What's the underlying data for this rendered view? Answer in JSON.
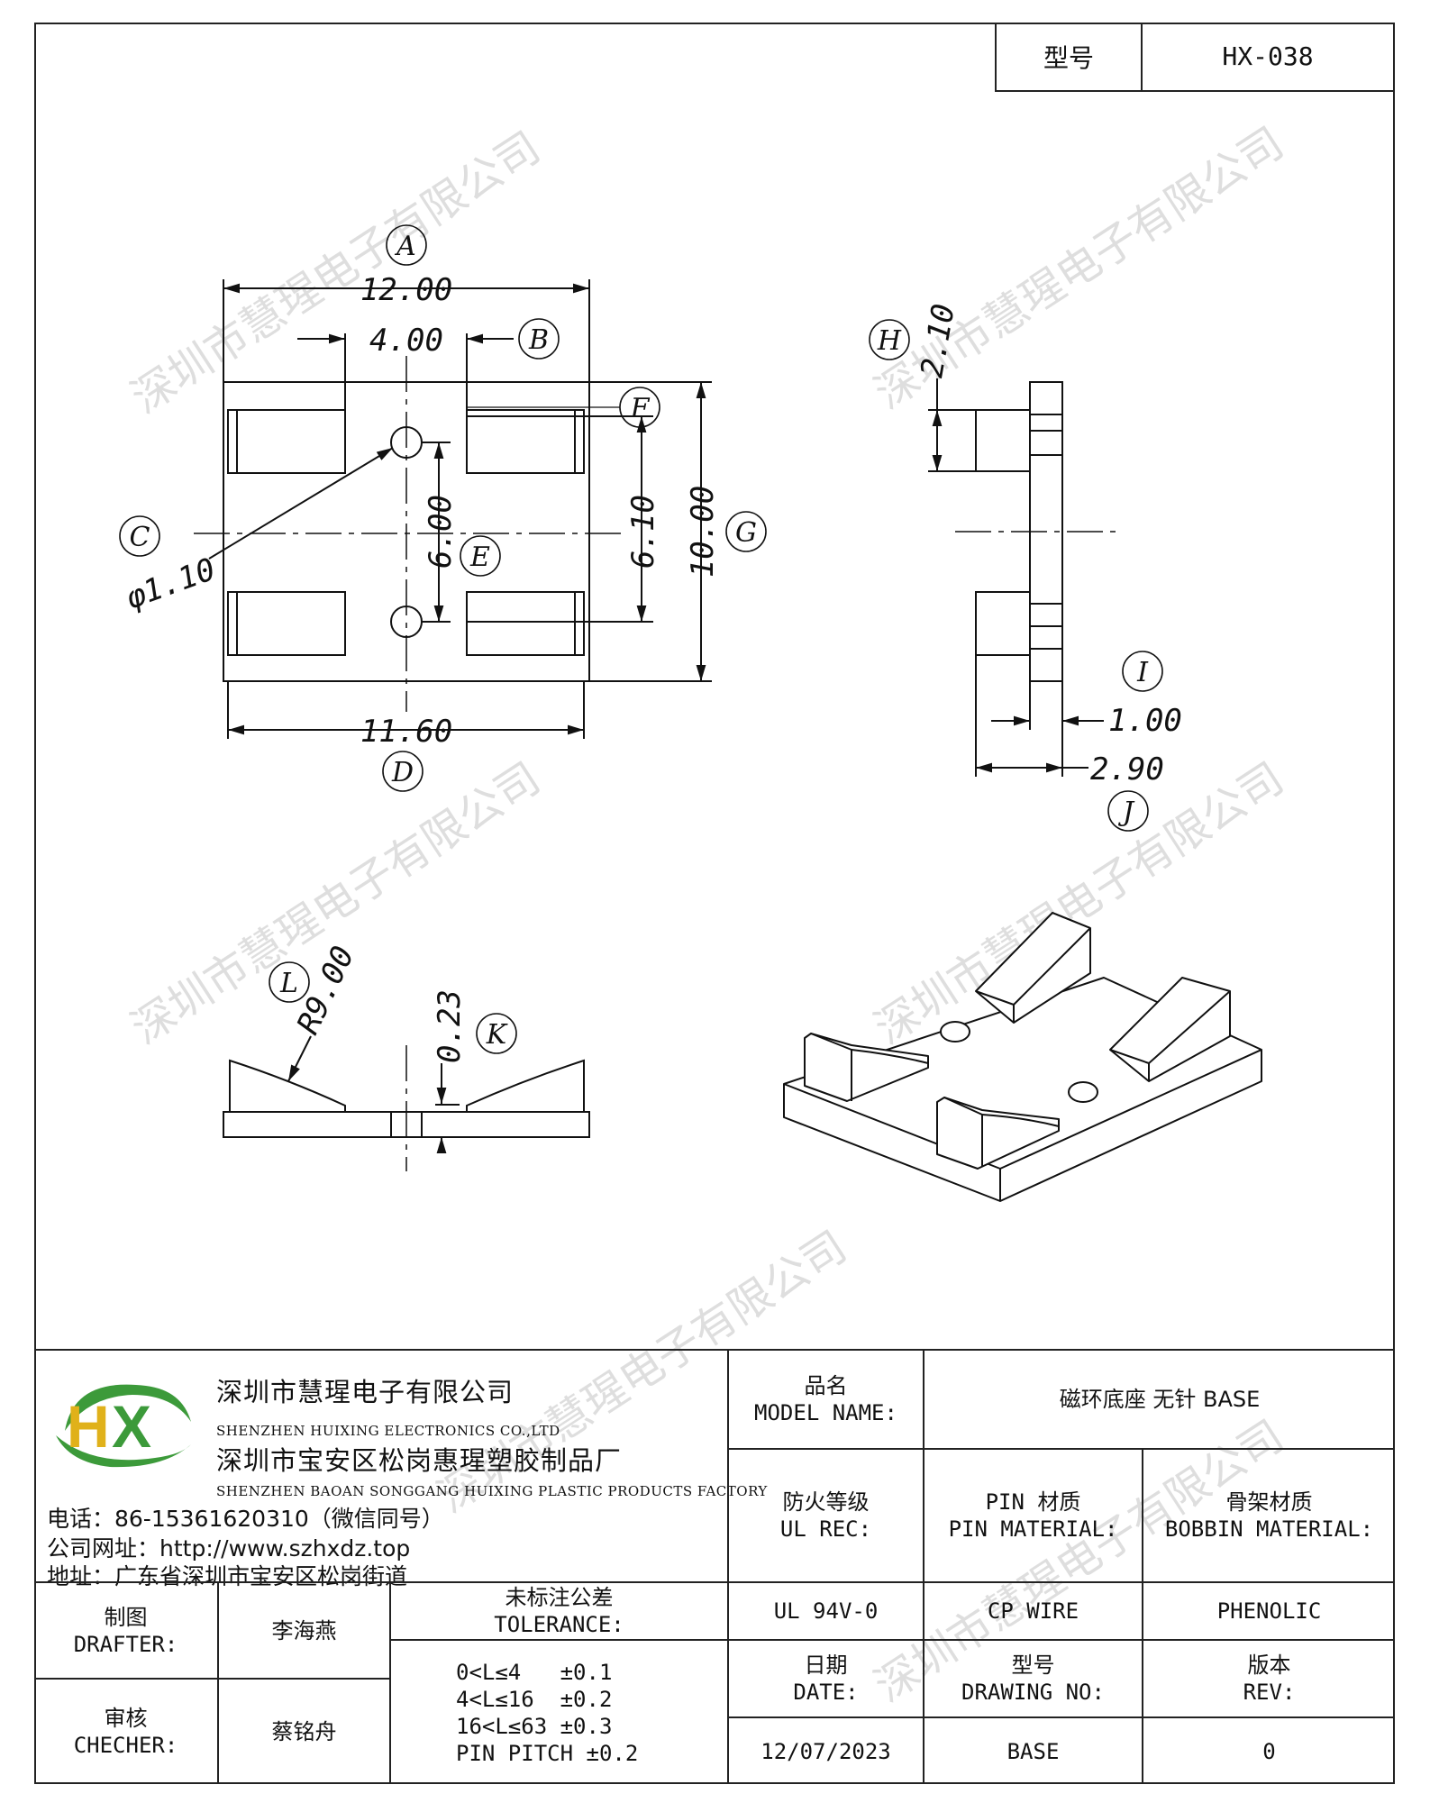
{
  "header": {
    "model_label": "型号",
    "model_value": "HX-038"
  },
  "drawing": {
    "top_view": {
      "dim_a": "12.00",
      "dim_b": "4.00",
      "dim_d": "11.60",
      "dim_f": "6.10",
      "dim_e": "6.00",
      "dim_g": "10.00",
      "dim_c": "φ1.10",
      "label_a": "A",
      "label_b": "B",
      "label_c": "C",
      "label_d": "D",
      "label_e": "E",
      "label_f": "F",
      "label_g": "G"
    },
    "side_view": {
      "dim_h": "2.10",
      "dim_i": "1.00",
      "dim_j": "2.90",
      "label_h": "H",
      "label_i": "I",
      "label_j": "J"
    },
    "front_view": {
      "dim_l": "R9.00",
      "dim_k": "0.23",
      "label_l": "L",
      "label_k": "K"
    }
  },
  "watermark": "深圳市慧瑆电子有限公司",
  "company": {
    "logo_letters": "HX",
    "name_cn": "深圳市慧瑆电子有限公司",
    "name_en": "SHENZHEN HUIXING ELECTRONICS CO.,LTD",
    "factory_cn": "深圳市宝安区松岗惠瑆塑胶制品厂",
    "factory_en": "SHENZHEN BAOAN SONGGANG HUIXING PLASTIC PRODUCTS FACTORY",
    "phone": "电话：86-15361620310（微信同号）",
    "website": "公司网址：http://www.szhxdz.top",
    "address": "地址：广东省深圳市宝安区松岗街道"
  },
  "title_block": {
    "model_name_cn": "品名",
    "model_name_en": "MODEL NAME:",
    "model_name_value": "磁环底座 无针 BASE",
    "ul_cn": "防火等级",
    "ul_en": "UL REC:",
    "pin_cn": "PIN 材质",
    "pin_en": "PIN MATERIAL:",
    "bobbin_cn": "骨架材质",
    "bobbin_en": "BOBBIN MATERIAL:",
    "ul_value": "UL 94V-0",
    "pin_value": "CP WIRE",
    "bobbin_value": "PHENOLIC",
    "drafter_cn": "制图",
    "drafter_en": "DRAFTER:",
    "drafter_name": "李海燕",
    "checker_cn": "审核",
    "checker_en": "CHECHER:",
    "checker_name": "蔡铭舟",
    "tolerance_cn": "未标注公差",
    "tolerance_en": "TOLERANCE:",
    "tolerance_lines": [
      "0<L≤4   ±0.1",
      "4<L≤16  ±0.2",
      "16<L≤63 ±0.3",
      "PIN PITCH ±0.2"
    ],
    "date_cn": "日期",
    "date_en": "DATE:",
    "drawing_no_cn": "型号",
    "drawing_no_en": "DRAWING NO:",
    "rev_cn": "版本",
    "rev_en": "REV:",
    "date_value": "12/07/2023",
    "drawing_no_value": "BASE",
    "rev_value": "0"
  },
  "colors": {
    "logo_green": "#3c9a3a",
    "logo_yellow": "#e0b11a",
    "line": "#111111",
    "watermark": "#c4c4c4"
  }
}
